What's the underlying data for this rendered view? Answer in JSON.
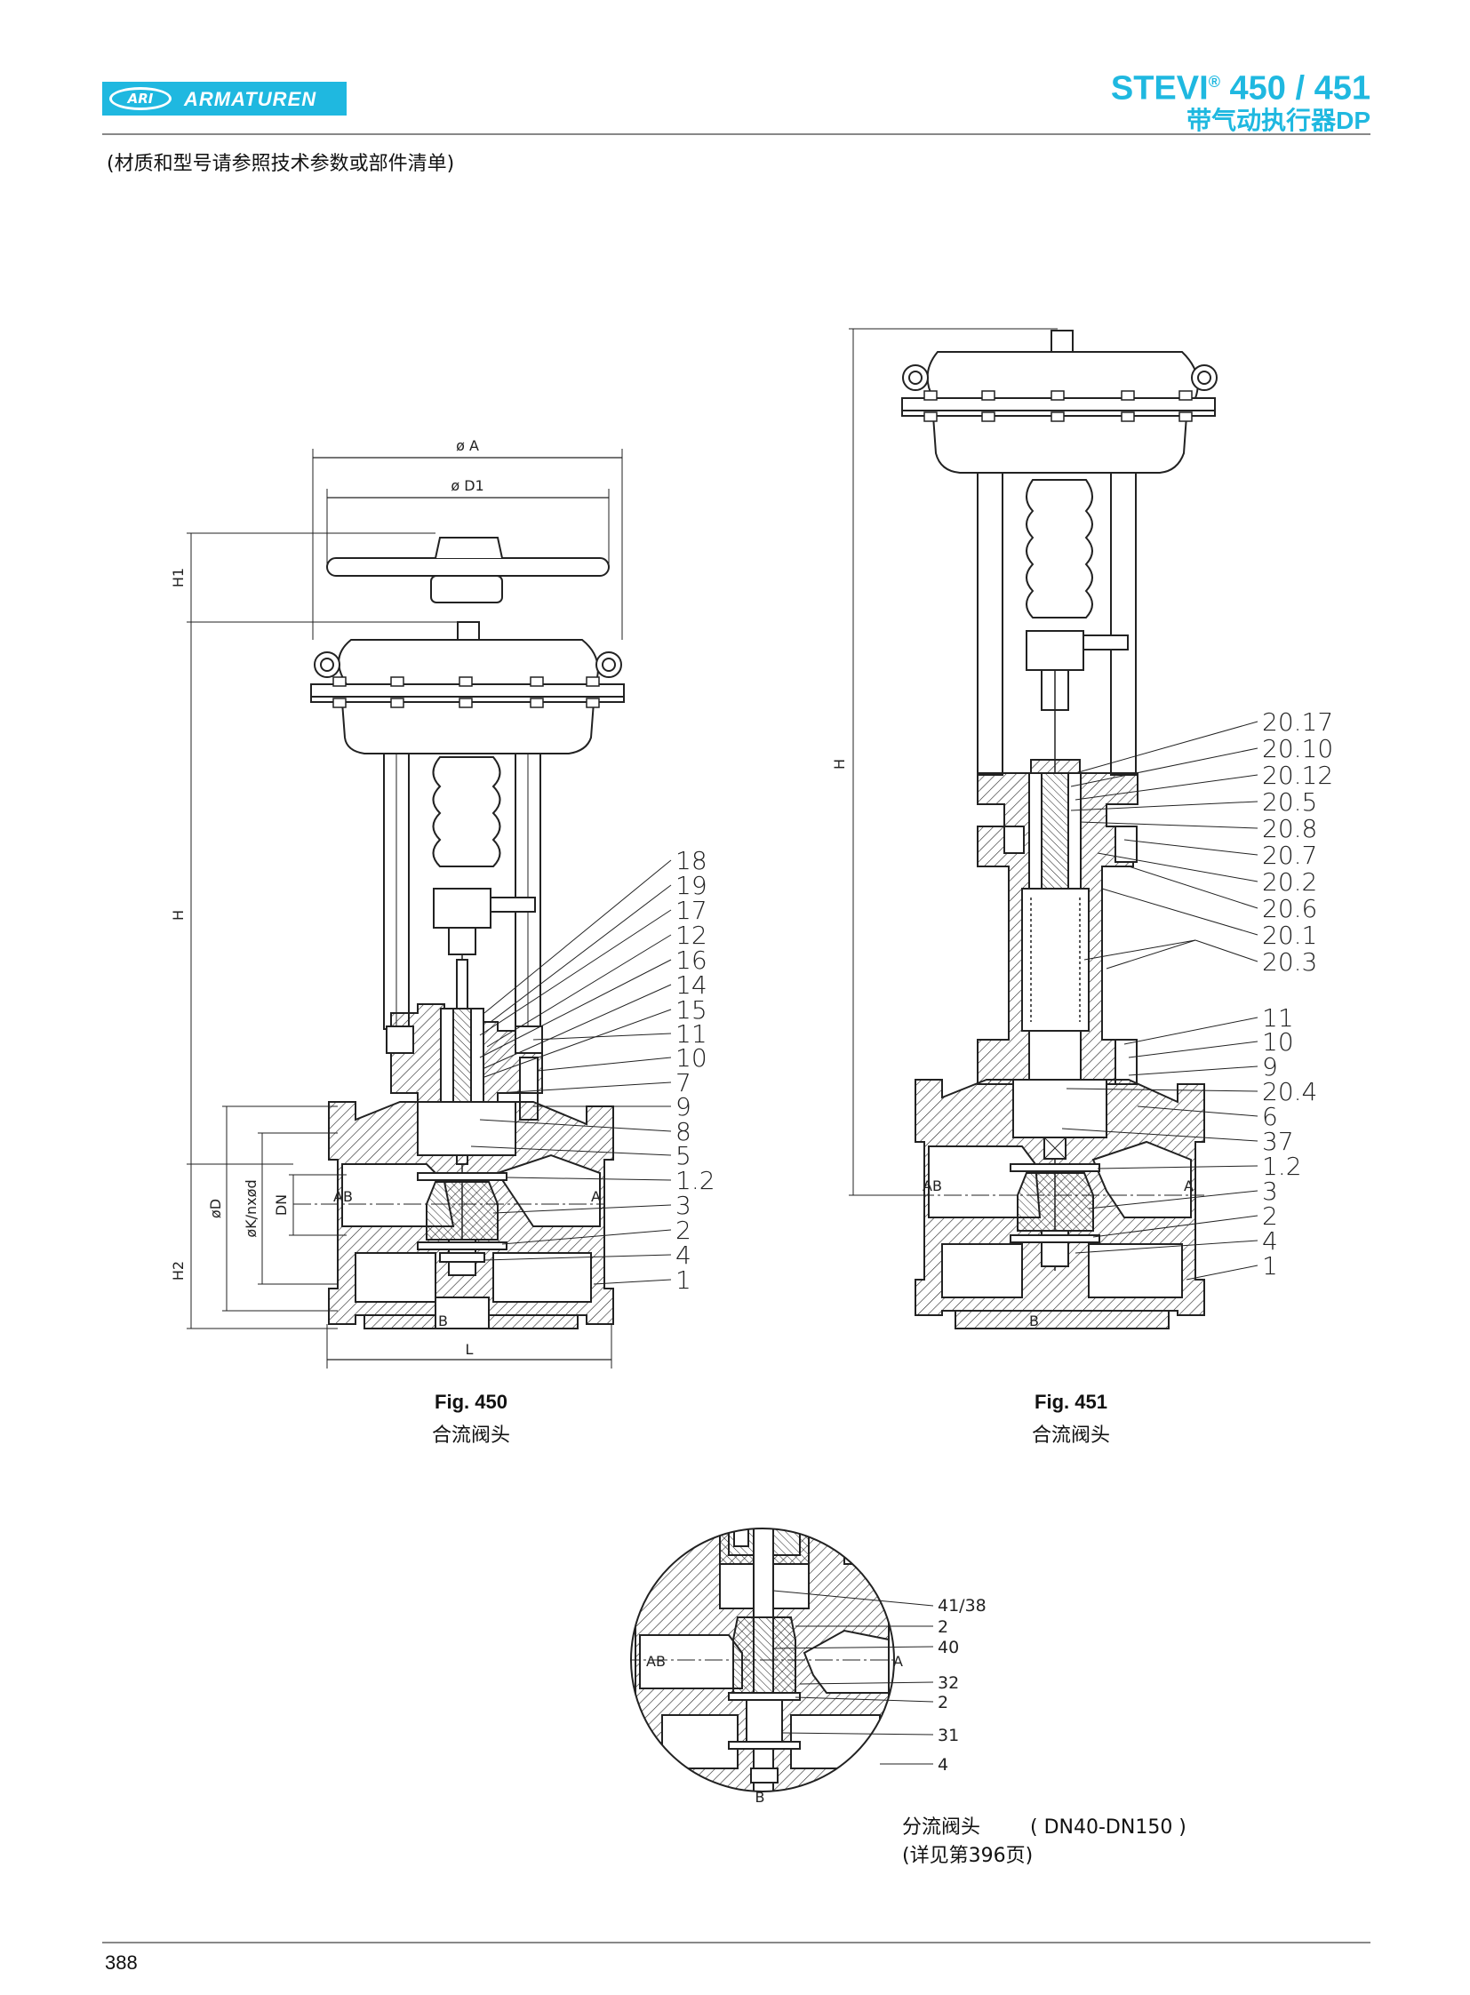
{
  "header": {
    "logo_badge": "ARI",
    "logo_text": "ARMATUREN",
    "product_prefix": "STEVI",
    "registered": "®",
    "product_models": " 450 / 451",
    "subtitle": "带气动执行器DP"
  },
  "note": "(材质和型号请参照技术参数或部件清单)",
  "fig450": {
    "caption": "Fig. 450",
    "subcaption": "合流阀头",
    "dims": {
      "A": "ø A",
      "D1": "ø D1",
      "H1": "H1",
      "H": "H",
      "H2": "H2",
      "D": "øD",
      "K": "øK/nxød",
      "DN": "DN",
      "L": "L"
    },
    "ports": {
      "ab": "AB",
      "a": "A",
      "b": "B"
    },
    "parts": [
      "18",
      "19",
      "17",
      "12",
      "16",
      "14",
      "15",
      "11",
      "10",
      "7",
      "9",
      "8",
      "5",
      "1.2",
      "3",
      "2",
      "4",
      "1"
    ]
  },
  "fig451": {
    "caption": "Fig. 451",
    "subcaption": "合流阀头",
    "dims": {
      "H": "H"
    },
    "ports": {
      "ab": "AB",
      "a": "A",
      "b": "B"
    },
    "parts": [
      "20.17",
      "20.10",
      "20.12",
      "20.5",
      "20.8",
      "20.7",
      "20.2",
      "20.6",
      "20.1",
      "20.3",
      "11",
      "10",
      "9",
      "20.4",
      "6",
      "37",
      "1.2",
      "3",
      "2",
      "4",
      "1"
    ]
  },
  "split": {
    "ports": {
      "ab": "AB",
      "a": "A",
      "b": "B"
    },
    "parts": [
      "41/38",
      "2",
      "40",
      "32",
      "2",
      "31",
      "4"
    ],
    "caption_title": "分流阀头",
    "caption_range": "( DN40-DN150 )",
    "caption_ref": "(详见第396页)"
  },
  "page_number": "388",
  "colors": {
    "accent": "#1fb8e0"
  }
}
